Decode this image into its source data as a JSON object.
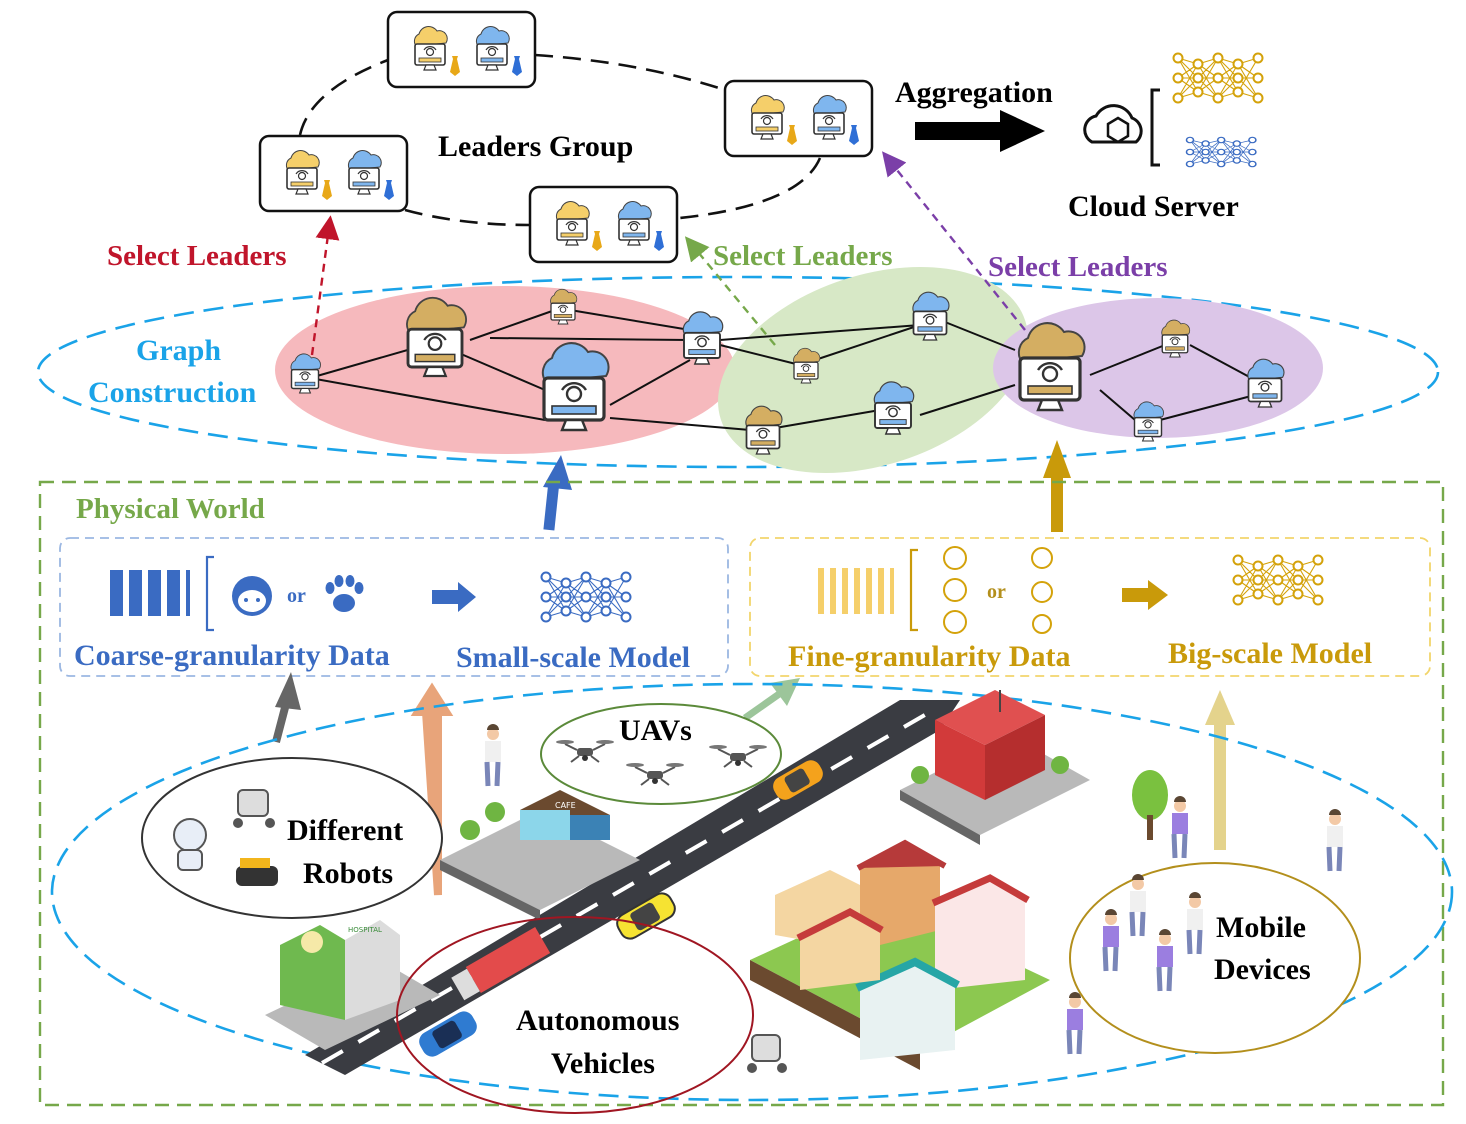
{
  "title": "",
  "colors": {
    "red": "#c0152b",
    "green": "#76a84a",
    "purple": "#7b3fa8",
    "cyan": "#1aa3e8",
    "blue": "#3a6bc2",
    "gold": "#c99a0a",
    "light_gold": "#f5cf6a",
    "light_blue": "#7fb6ee",
    "black": "#000000",
    "pink_cluster": "#f6b9bd",
    "green_cluster": "#d7e8c6",
    "purple_cluster": "#dcc6e8"
  },
  "top": {
    "leaders_group": "Leaders Group",
    "aggregation": "Aggregation",
    "cloud_server": "Cloud Server",
    "select_leaders_red": "Select Leaders",
    "select_leaders_green": "Select Leaders",
    "select_leaders_purple": "Select Leaders"
  },
  "graph": {
    "label_line1": "Graph",
    "label_line2": "Construction"
  },
  "physical": {
    "title": "Physical World",
    "coarse_data": "Coarse-granularity Data",
    "small_model": "Small-scale Model",
    "fine_data": "Fine-granularity Data",
    "big_model": "Big-scale Model",
    "or_left": "or",
    "or_right": "or"
  },
  "scene": {
    "uavs": "UAVs",
    "robots_line1": "Different",
    "robots_line2": "Robots",
    "vehicles_line1": "Autonomous",
    "vehicles_line2": "Vehicles",
    "mobile_line1": "Mobile",
    "mobile_line2": "Devices",
    "cafe_sign": "CAFE",
    "hospital_sign": "HOSPITAL"
  },
  "icons": {
    "leader_device": "cloud-monitor-icon",
    "cloud": "cloud-chip-icon",
    "neural_net": "neural-network-icon",
    "barcode": "data-bars-icon",
    "face": "face-icon",
    "paw": "paw-icon",
    "drone": "drone-icon",
    "robot": "robot-icon",
    "person": "person-icon",
    "tie": "tie-icon"
  }
}
